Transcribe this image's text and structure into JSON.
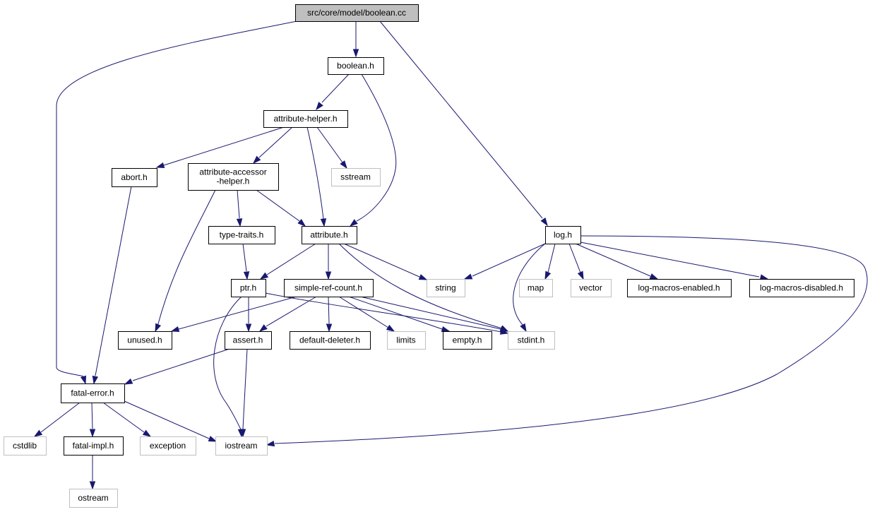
{
  "graph": {
    "title": "src/core/model/boolean.cc",
    "colors": {
      "edge": "#191970",
      "root_fill": "#bfbfbf",
      "internal_border": "#000000",
      "external_border": "#bfbfbf",
      "node_fill": "#ffffff"
    },
    "nodes": [
      {
        "id": "boolean_cc",
        "kind": "root",
        "lines": [
          "src/core/model/boolean.cc"
        ]
      },
      {
        "id": "boolean_h",
        "kind": "internal",
        "lines": [
          "boolean.h"
        ]
      },
      {
        "id": "attribute_helper_h",
        "kind": "internal",
        "lines": [
          "attribute-helper.h"
        ]
      },
      {
        "id": "abort_h",
        "kind": "internal",
        "lines": [
          "abort.h"
        ]
      },
      {
        "id": "attribute_accessor_helper_h",
        "kind": "internal",
        "lines": [
          "attribute-accessor",
          "-helper.h"
        ]
      },
      {
        "id": "sstream",
        "kind": "external",
        "lines": [
          "sstream"
        ]
      },
      {
        "id": "type_traits_h",
        "kind": "internal",
        "lines": [
          "type-traits.h"
        ]
      },
      {
        "id": "attribute_h",
        "kind": "internal",
        "lines": [
          "attribute.h"
        ]
      },
      {
        "id": "log_h",
        "kind": "internal",
        "lines": [
          "log.h"
        ]
      },
      {
        "id": "ptr_h",
        "kind": "internal",
        "lines": [
          "ptr.h"
        ]
      },
      {
        "id": "simple_ref_count_h",
        "kind": "internal",
        "lines": [
          "simple-ref-count.h"
        ]
      },
      {
        "id": "string",
        "kind": "external",
        "lines": [
          "string"
        ]
      },
      {
        "id": "map",
        "kind": "external",
        "lines": [
          "map"
        ]
      },
      {
        "id": "vector",
        "kind": "external",
        "lines": [
          "vector"
        ]
      },
      {
        "id": "log_macros_enabled_h",
        "kind": "internal",
        "lines": [
          "log-macros-enabled.h"
        ]
      },
      {
        "id": "log_macros_disabled_h",
        "kind": "internal",
        "lines": [
          "log-macros-disabled.h"
        ]
      },
      {
        "id": "unused_h",
        "kind": "internal",
        "lines": [
          "unused.h"
        ]
      },
      {
        "id": "assert_h",
        "kind": "internal",
        "lines": [
          "assert.h"
        ]
      },
      {
        "id": "default_deleter_h",
        "kind": "internal",
        "lines": [
          "default-deleter.h"
        ]
      },
      {
        "id": "limits",
        "kind": "external",
        "lines": [
          "limits"
        ]
      },
      {
        "id": "empty_h",
        "kind": "internal",
        "lines": [
          "empty.h"
        ]
      },
      {
        "id": "stdint_h",
        "kind": "external",
        "lines": [
          "stdint.h"
        ]
      },
      {
        "id": "fatal_error_h",
        "kind": "internal",
        "lines": [
          "fatal-error.h"
        ]
      },
      {
        "id": "cstdlib",
        "kind": "external",
        "lines": [
          "cstdlib"
        ]
      },
      {
        "id": "fatal_impl_h",
        "kind": "internal",
        "lines": [
          "fatal-impl.h"
        ]
      },
      {
        "id": "exception",
        "kind": "external",
        "lines": [
          "exception"
        ]
      },
      {
        "id": "iostream",
        "kind": "external",
        "lines": [
          "iostream"
        ]
      },
      {
        "id": "ostream",
        "kind": "external",
        "lines": [
          "ostream"
        ]
      }
    ],
    "edges": [
      {
        "from": "boolean_cc",
        "to": "boolean_h"
      },
      {
        "from": "boolean_cc",
        "to": "log_h"
      },
      {
        "from": "boolean_cc",
        "to": "fatal_error_h"
      },
      {
        "from": "boolean_h",
        "to": "attribute_helper_h"
      },
      {
        "from": "boolean_h",
        "to": "attribute_h"
      },
      {
        "from": "attribute_helper_h",
        "to": "abort_h"
      },
      {
        "from": "attribute_helper_h",
        "to": "attribute_accessor_helper_h"
      },
      {
        "from": "attribute_helper_h",
        "to": "sstream"
      },
      {
        "from": "attribute_helper_h",
        "to": "attribute_h"
      },
      {
        "from": "abort_h",
        "to": "fatal_error_h"
      },
      {
        "from": "attribute_accessor_helper_h",
        "to": "type_traits_h"
      },
      {
        "from": "attribute_accessor_helper_h",
        "to": "attribute_h"
      },
      {
        "from": "attribute_accessor_helper_h",
        "to": "unused_h"
      },
      {
        "from": "type_traits_h",
        "to": "ptr_h"
      },
      {
        "from": "attribute_h",
        "to": "ptr_h"
      },
      {
        "from": "attribute_h",
        "to": "simple_ref_count_h"
      },
      {
        "from": "attribute_h",
        "to": "string"
      },
      {
        "from": "attribute_h",
        "to": "stdint_h"
      },
      {
        "from": "log_h",
        "to": "string"
      },
      {
        "from": "log_h",
        "to": "map"
      },
      {
        "from": "log_h",
        "to": "vector"
      },
      {
        "from": "log_h",
        "to": "log_macros_enabled_h"
      },
      {
        "from": "log_h",
        "to": "log_macros_disabled_h"
      },
      {
        "from": "log_h",
        "to": "stdint_h"
      },
      {
        "from": "log_h",
        "to": "iostream"
      },
      {
        "from": "ptr_h",
        "to": "assert_h"
      },
      {
        "from": "ptr_h",
        "to": "iostream"
      },
      {
        "from": "ptr_h",
        "to": "stdint_h"
      },
      {
        "from": "simple_ref_count_h",
        "to": "unused_h"
      },
      {
        "from": "simple_ref_count_h",
        "to": "assert_h"
      },
      {
        "from": "simple_ref_count_h",
        "to": "default_deleter_h"
      },
      {
        "from": "simple_ref_count_h",
        "to": "limits"
      },
      {
        "from": "simple_ref_count_h",
        "to": "empty_h"
      },
      {
        "from": "simple_ref_count_h",
        "to": "stdint_h"
      },
      {
        "from": "assert_h",
        "to": "fatal_error_h"
      },
      {
        "from": "assert_h",
        "to": "iostream"
      },
      {
        "from": "fatal_error_h",
        "to": "cstdlib"
      },
      {
        "from": "fatal_error_h",
        "to": "fatal_impl_h"
      },
      {
        "from": "fatal_error_h",
        "to": "exception"
      },
      {
        "from": "fatal_error_h",
        "to": "iostream"
      },
      {
        "from": "fatal_impl_h",
        "to": "ostream"
      }
    ]
  }
}
